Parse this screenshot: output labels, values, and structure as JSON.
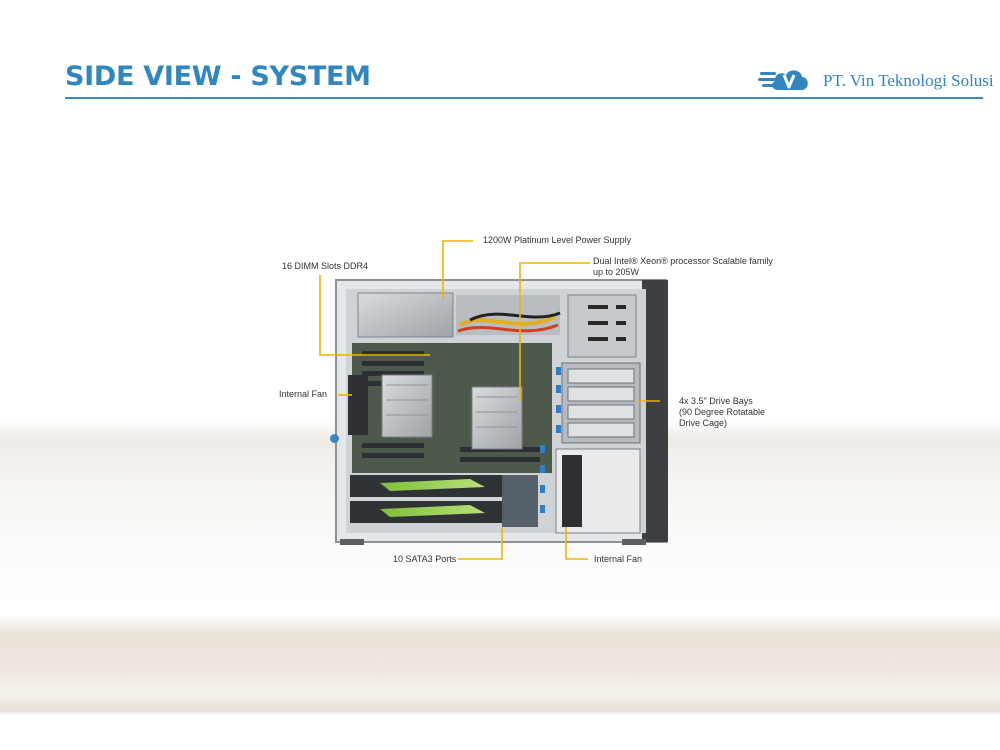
{
  "slide": {
    "title": "SIDE VIEW - SYSTEM",
    "accent_color": "#2f86c1",
    "callout_color": "#f0b400"
  },
  "logo": {
    "text": "PT. Vin Teknologi Solusi",
    "icon": "cloud-v-logo-icon"
  },
  "callouts": {
    "power_supply": "1200W Platinum Level Power Supply",
    "processor_line1": "Dual Intel® Xeon® processor Scalable family",
    "processor_line2": "up to 205W",
    "dimm": "16 DIMM Slots DDR4",
    "internal_fan_left": "Internal Fan",
    "drive_bays_line1": "4x 3.5\" Drive Bays",
    "drive_bays_line2": "(90 Degree Rotatable",
    "drive_bays_line3": "Drive Cage)",
    "sata": "10 SATA3 Ports",
    "internal_fan_bottom": "Internal Fan"
  }
}
